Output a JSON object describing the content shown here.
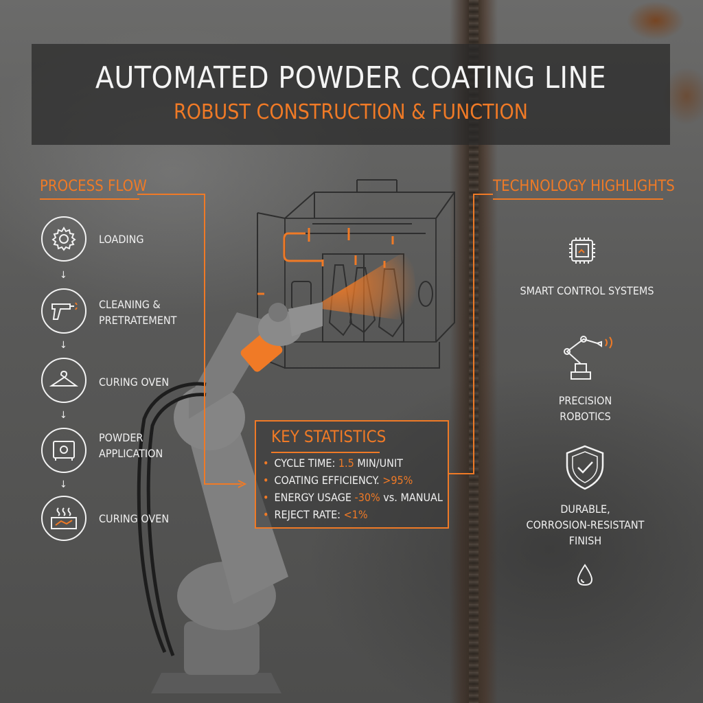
{
  "header": {
    "title": "AUTOMATED POWDER COATING LINE",
    "subtitle": "ROBUST CONSTRUCTION & FUNCTION"
  },
  "process_flow": {
    "heading": "PROCESS FLOW",
    "steps": [
      {
        "label_lines": [
          "LOADING"
        ],
        "icon": "gear-icon"
      },
      {
        "label_lines": [
          "CLEANING &",
          "PRETRATEMENT"
        ],
        "icon": "spray-gun-icon"
      },
      {
        "label_lines": [
          "CURING OVEN"
        ],
        "icon": "hanger-icon"
      },
      {
        "label_lines": [
          "POWDER",
          "APPLICATION"
        ],
        "icon": "powder-booth-icon"
      },
      {
        "label_lines": [
          "CURING OVEN"
        ],
        "icon": "oven-icon"
      }
    ]
  },
  "technology_highlights": {
    "heading": "TECHNOLOGY HIGHLIGHTS",
    "items": [
      {
        "label_lines": [
          "SMART CONTROL SYSTEMS"
        ],
        "icon": "chip-icon"
      },
      {
        "label_lines": [
          "PRECISION",
          "ROBOTICS"
        ],
        "icon": "robot-arm-icon"
      },
      {
        "label_lines": [
          "DURABLE,",
          "CORROSION-RESISTANT",
          "FINISH"
        ],
        "icon": "shield-check-icon"
      }
    ],
    "footer_icon": "droplet-icon"
  },
  "key_statistics": {
    "heading": "KEY STATISTICS",
    "items": [
      {
        "label": "CYCLE TIME: ",
        "value": "1.5",
        "suffix": " MIN/UNIT"
      },
      {
        "label": "COATING EFFICIENCY. ",
        "value": ">95%",
        "suffix": ""
      },
      {
        "label": "ENERGY USAGE ",
        "value": "-30%",
        "suffix": " vs. MANUAL"
      },
      {
        "label": "REJECT RATE: ",
        "value": "<1%",
        "suffix": ""
      }
    ]
  },
  "colors": {
    "accent": "#f07a26",
    "text": "#f0f0f0",
    "band": "#282828"
  }
}
